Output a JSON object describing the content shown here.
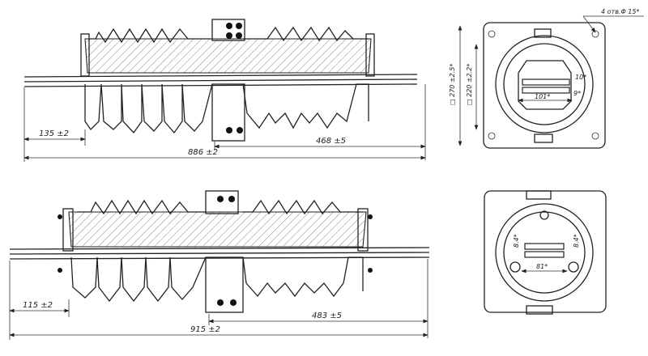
{
  "top_view": {
    "dim_left": "135 ±2",
    "dim_total": "886 ±2",
    "dim_right": "468 ±5"
  },
  "bottom_view": {
    "dim_left": "115 ±2",
    "dim_total": "915 ±2",
    "dim_right": "483 ±5"
  },
  "top_end_view": {
    "hole_note": "4 отв.Φ 15*",
    "outer_size": "□ 270 ±2.5*",
    "inner_size": "□ 220 ±2.2*",
    "slot_width": "101*",
    "slot_h1": "10*",
    "slot_h2": "9*"
  },
  "bottom_end_view": {
    "slot_width": "81*",
    "dim_left": "8.4*",
    "dim_right": "8.4*"
  }
}
